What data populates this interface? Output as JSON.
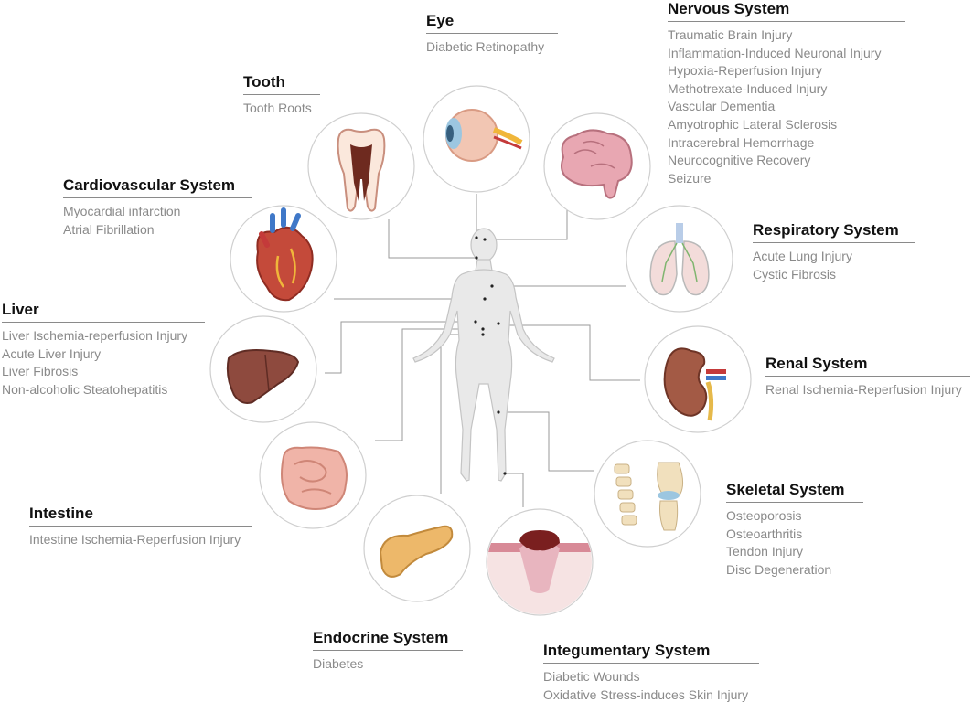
{
  "systems": {
    "eye": {
      "title": "Eye",
      "items": [
        "Diabetic Retinopathy"
      ]
    },
    "nervous": {
      "title": "Nervous System",
      "items": [
        "Traumatic Brain Injury",
        "Inflammation-Induced Neuronal Injury",
        "Hypoxia-Reperfusion Injury",
        "Methotrexate-Induced Injury",
        "Vascular Dementia",
        "Amyotrophic Lateral Sclerosis",
        "Intracerebral Hemorrhage",
        "Neurocognitive Recovery",
        "Seizure"
      ]
    },
    "tooth": {
      "title": "Tooth",
      "items": [
        "Tooth Roots"
      ]
    },
    "cardio": {
      "title": "Cardiovascular System",
      "items": [
        "Myocardial infarction",
        "Atrial Fibrillation"
      ]
    },
    "respiratory": {
      "title": "Respiratory System",
      "items": [
        "Acute Lung Injury",
        "Cystic Fibrosis"
      ]
    },
    "liver": {
      "title": "Liver",
      "items": [
        "Liver Ischemia-reperfusion Injury",
        "Acute Liver Injury",
        "Liver Fibrosis",
        "Non-alcoholic Steatohepatitis"
      ]
    },
    "renal": {
      "title": "Renal System",
      "items": [
        "Renal Ischemia-Reperfusion Injury"
      ]
    },
    "skeletal": {
      "title": "Skeletal System",
      "items": [
        "Osteoporosis",
        "Osteoarthritis",
        "Tendon Injury",
        "Disc Degeneration"
      ]
    },
    "intestine": {
      "title": "Intestine",
      "items": [
        "Intestine Ischemia-Reperfusion Injury"
      ]
    },
    "endocrine": {
      "title": "Endocrine System",
      "items": [
        "Diabetes"
      ]
    },
    "integumentary": {
      "title": "Integumentary System",
      "items": [
        "Diabetic Wounds",
        "Oxidative Stress-induces Skin Injury"
      ]
    }
  },
  "colors": {
    "line": "#9a9a9a",
    "circle_stroke": "#cfcfcf",
    "body": "#e9e9e9",
    "title": "#111111",
    "item": "#8a8a8a"
  }
}
